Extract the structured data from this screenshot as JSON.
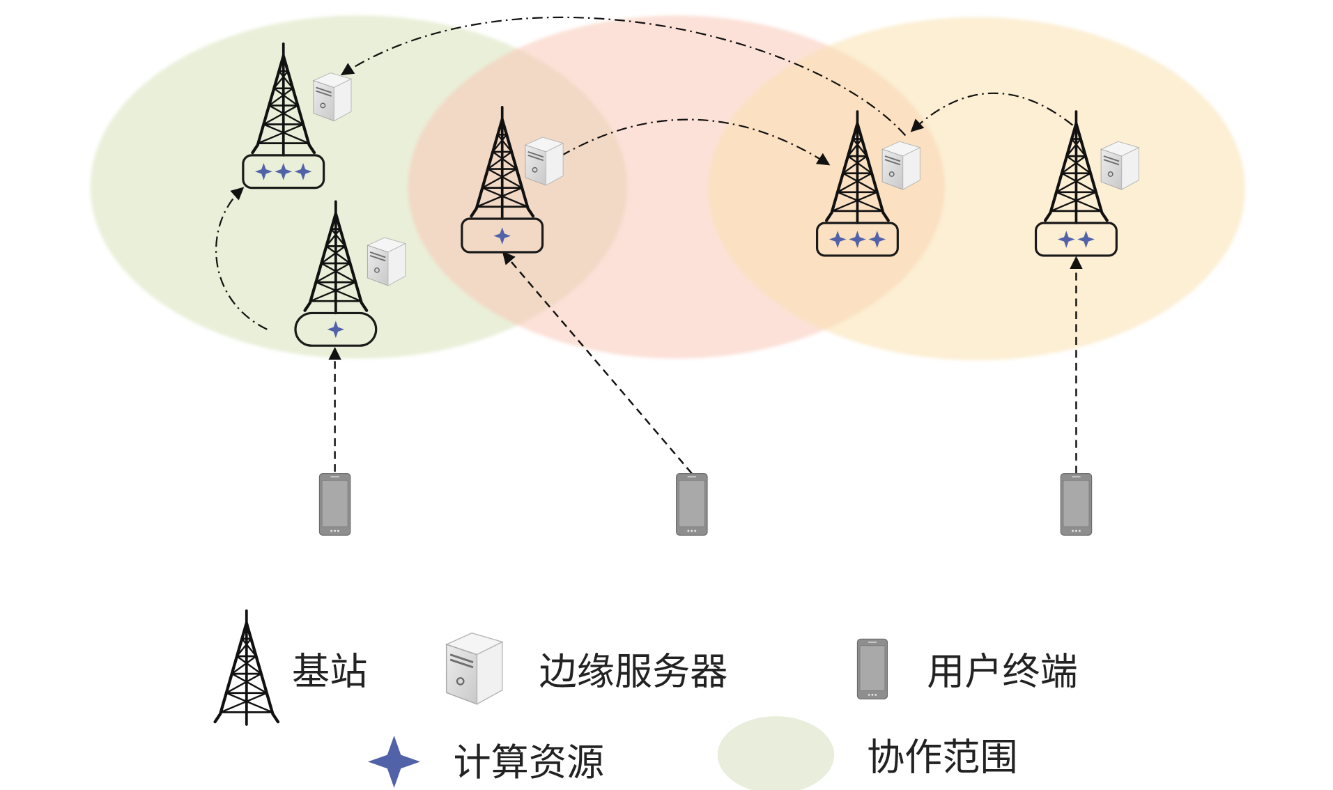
{
  "colors": {
    "star": "#5262a8",
    "zone_green": "#dfe8c8",
    "zone_pink": "#f9c8b8",
    "zone_yellow": "#fae2b0",
    "legend_zone": "#e8eedb",
    "phone": "#8e8e8e"
  },
  "base_stations": [
    {
      "compute_resources": 3
    },
    {
      "compute_resources": 1
    },
    {
      "compute_resources": 1
    },
    {
      "compute_resources": 3
    },
    {
      "compute_resources": 2
    }
  ],
  "icons": {
    "base_station": "tower-icon",
    "edge_server": "server-icon",
    "user_terminal": "phone-icon",
    "compute_resource": "star-icon",
    "cooperation_range": "ellipse-swatch-icon"
  },
  "legend": {
    "base_station": "基站",
    "edge_server": "边缘服务器",
    "user_terminal": "用户终端",
    "compute_resource": "计算资源",
    "cooperation_range": "协作范围"
  }
}
